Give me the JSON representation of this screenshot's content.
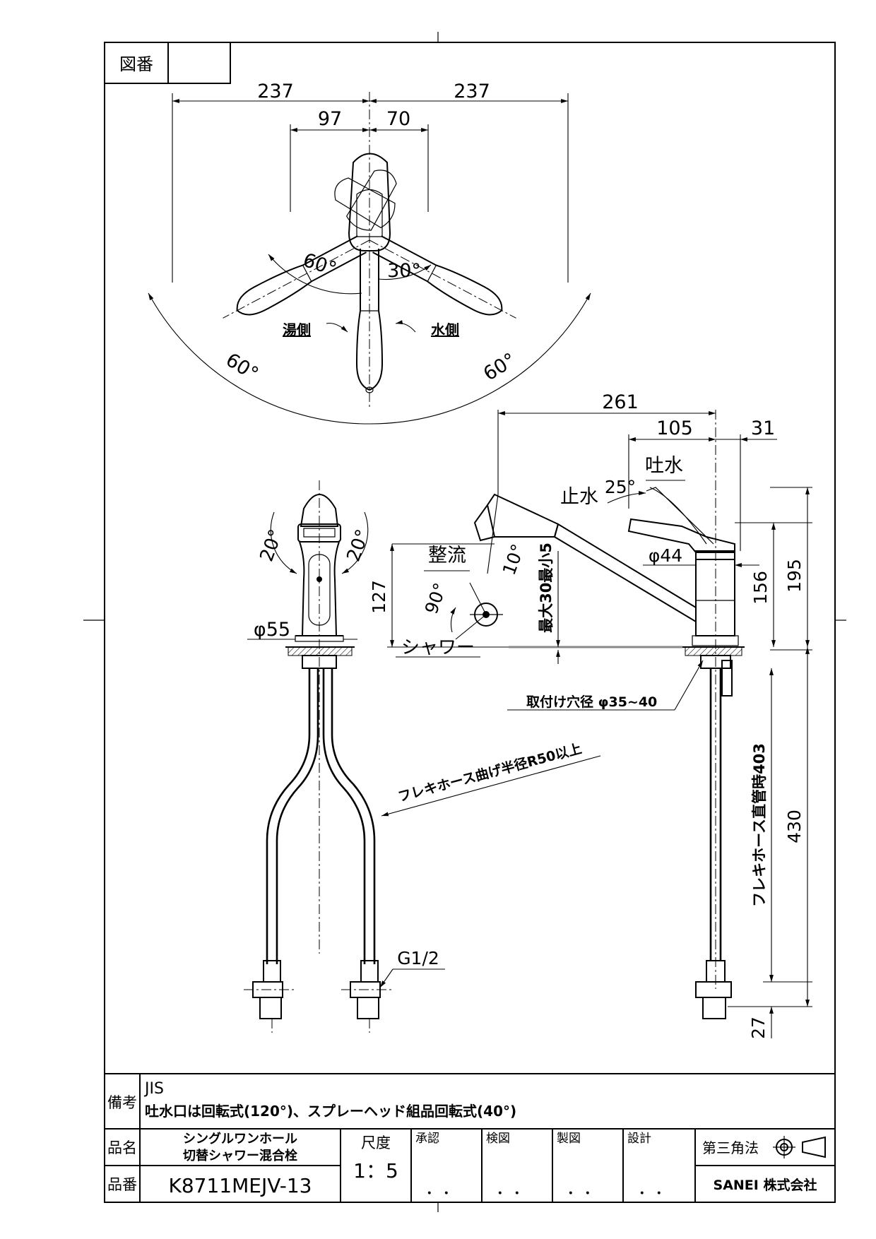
{
  "title_block": {
    "zuban_label": "図番",
    "zuban_value": "",
    "biko_label": "備考",
    "biko_line1": "JIS",
    "biko_line2": "吐水口は回転式(120°)、スプレーヘッド組品回転式(40°)",
    "hinmei_label": "品名",
    "hinmei_line1": "シングルワンホール",
    "hinmei_line2": "切替シャワー混合栓",
    "hinban_label": "品番",
    "hinban_value": "K8711MEJV-13",
    "scale_label": "尺度",
    "scale_value": "1：5",
    "approval_label": "承認",
    "inspect_label": "検図",
    "draw_label": "製図",
    "design_label": "設計",
    "date_dots": "．．",
    "projection_label": "第三角法",
    "company": "SANEI 株式会社"
  },
  "plan_view": {
    "dim_left": "237",
    "dim_right": "237",
    "dim_97": "97",
    "dim_70": "70",
    "angle_60_inner": "60°",
    "angle_30": "30°",
    "angle_60_left": "60°",
    "angle_60_right": "60°",
    "hot_side": "湯側",
    "cold_side": "水側"
  },
  "side_view": {
    "dim_261": "261",
    "dim_105": "105",
    "dim_31": "31",
    "tosui": "吐水",
    "shisui": "止水",
    "angle_25": "25°",
    "seiryu": "整流",
    "angle_10": "10°",
    "dia_44": "φ44",
    "dim_156": "156",
    "dim_195": "195",
    "dim_127": "127",
    "angle_90": "90°",
    "max_30": "最大30最小5",
    "shower": "シャワー",
    "mount_hole": "取付け穴径 φ35~40",
    "hose_straight": "フレキホース直管時403",
    "dim_430": "430",
    "dim_27": "27"
  },
  "front_view": {
    "angle_20_left": "20°",
    "angle_20_right": "20°",
    "dia_55": "φ55",
    "hose_bend": "フレキホース曲げ半径R50以上",
    "thread": "G1/2"
  }
}
